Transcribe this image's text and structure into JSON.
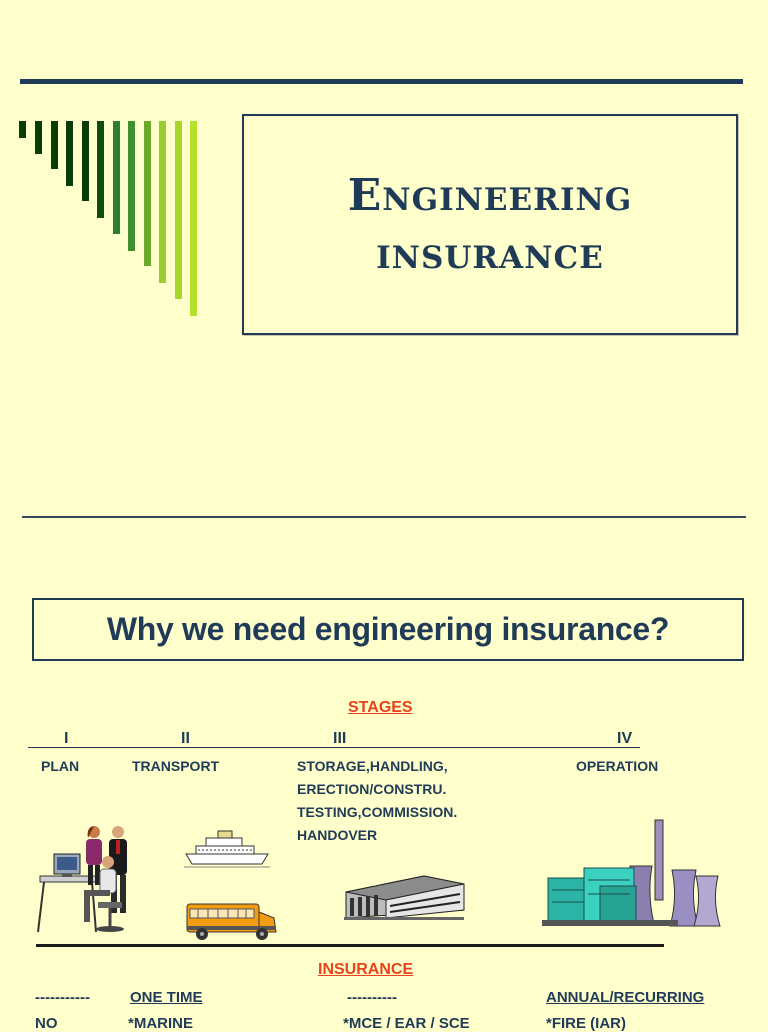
{
  "slide1": {
    "title_line1": "Engineering",
    "title_line2": "insurance",
    "stripe_colors": [
      "#0b3d0b",
      "#0b3d0b",
      "#0b3d0b",
      "#0b3d0b",
      "#0b3d0b",
      "#0e4d0e",
      "#2e7d32",
      "#3f8f2f",
      "#6aa82a",
      "#99cc33",
      "#a8d62a",
      "#b6e12a"
    ]
  },
  "slide2": {
    "question": "Why we need engineering  insurance?",
    "stages_heading": "STAGES",
    "stages": [
      {
        "numeral": "I",
        "label_lines": [
          "PLAN"
        ]
      },
      {
        "numeral": "II",
        "label_lines": [
          "TRANSPORT"
        ]
      },
      {
        "numeral": "III",
        "label_lines": [
          "STORAGE,HANDLING,",
          "ERECTION/CONSTRU.",
          "TESTING,COMMISSION.",
          "HANDOVER"
        ]
      },
      {
        "numeral": "IV",
        "label_lines": [
          "OPERATION"
        ]
      }
    ],
    "insurance_heading": "INSURANCE",
    "insurance_row": [
      "-----------",
      "ONE  TIME",
      "----------",
      "ANNUAL/RECURRING"
    ],
    "insurance_row2": [
      "NO",
      "*MARINE",
      "*MCE / EAR / SCE",
      "*FIRE (IAR)"
    ],
    "illustrations": [
      "office-workers",
      "ship",
      "bus",
      "factory-building",
      "power-plant"
    ]
  }
}
